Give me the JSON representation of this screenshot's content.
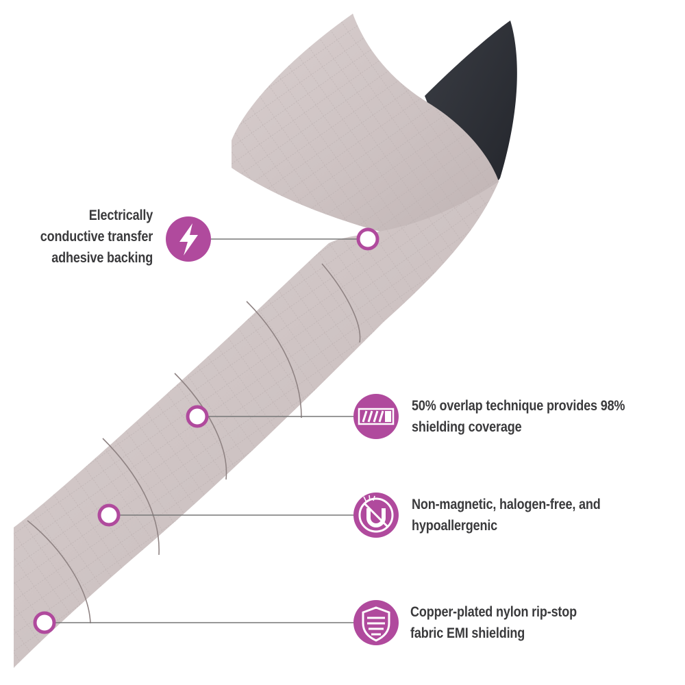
{
  "accent_color": "#b04a9d",
  "callouts": [
    {
      "id": "adhesive",
      "icon": "lightning-bolt-icon",
      "lines": [
        "Electrically",
        "conductive transfer",
        "adhesive backing"
      ]
    },
    {
      "id": "overlap",
      "icon": "overlap-wrap-icon",
      "lines": [
        "50% overlap technique provides 98%",
        "shielding coverage"
      ]
    },
    {
      "id": "nonmagnetic",
      "icon": "no-magnet-icon",
      "lines": [
        "Non-magnetic, halogen-free, and",
        "hypoallergenic"
      ]
    },
    {
      "id": "shielding",
      "icon": "shield-icon",
      "lines": [
        "Copper-plated nylon rip-stop",
        "fabric EMI shielding"
      ]
    }
  ]
}
